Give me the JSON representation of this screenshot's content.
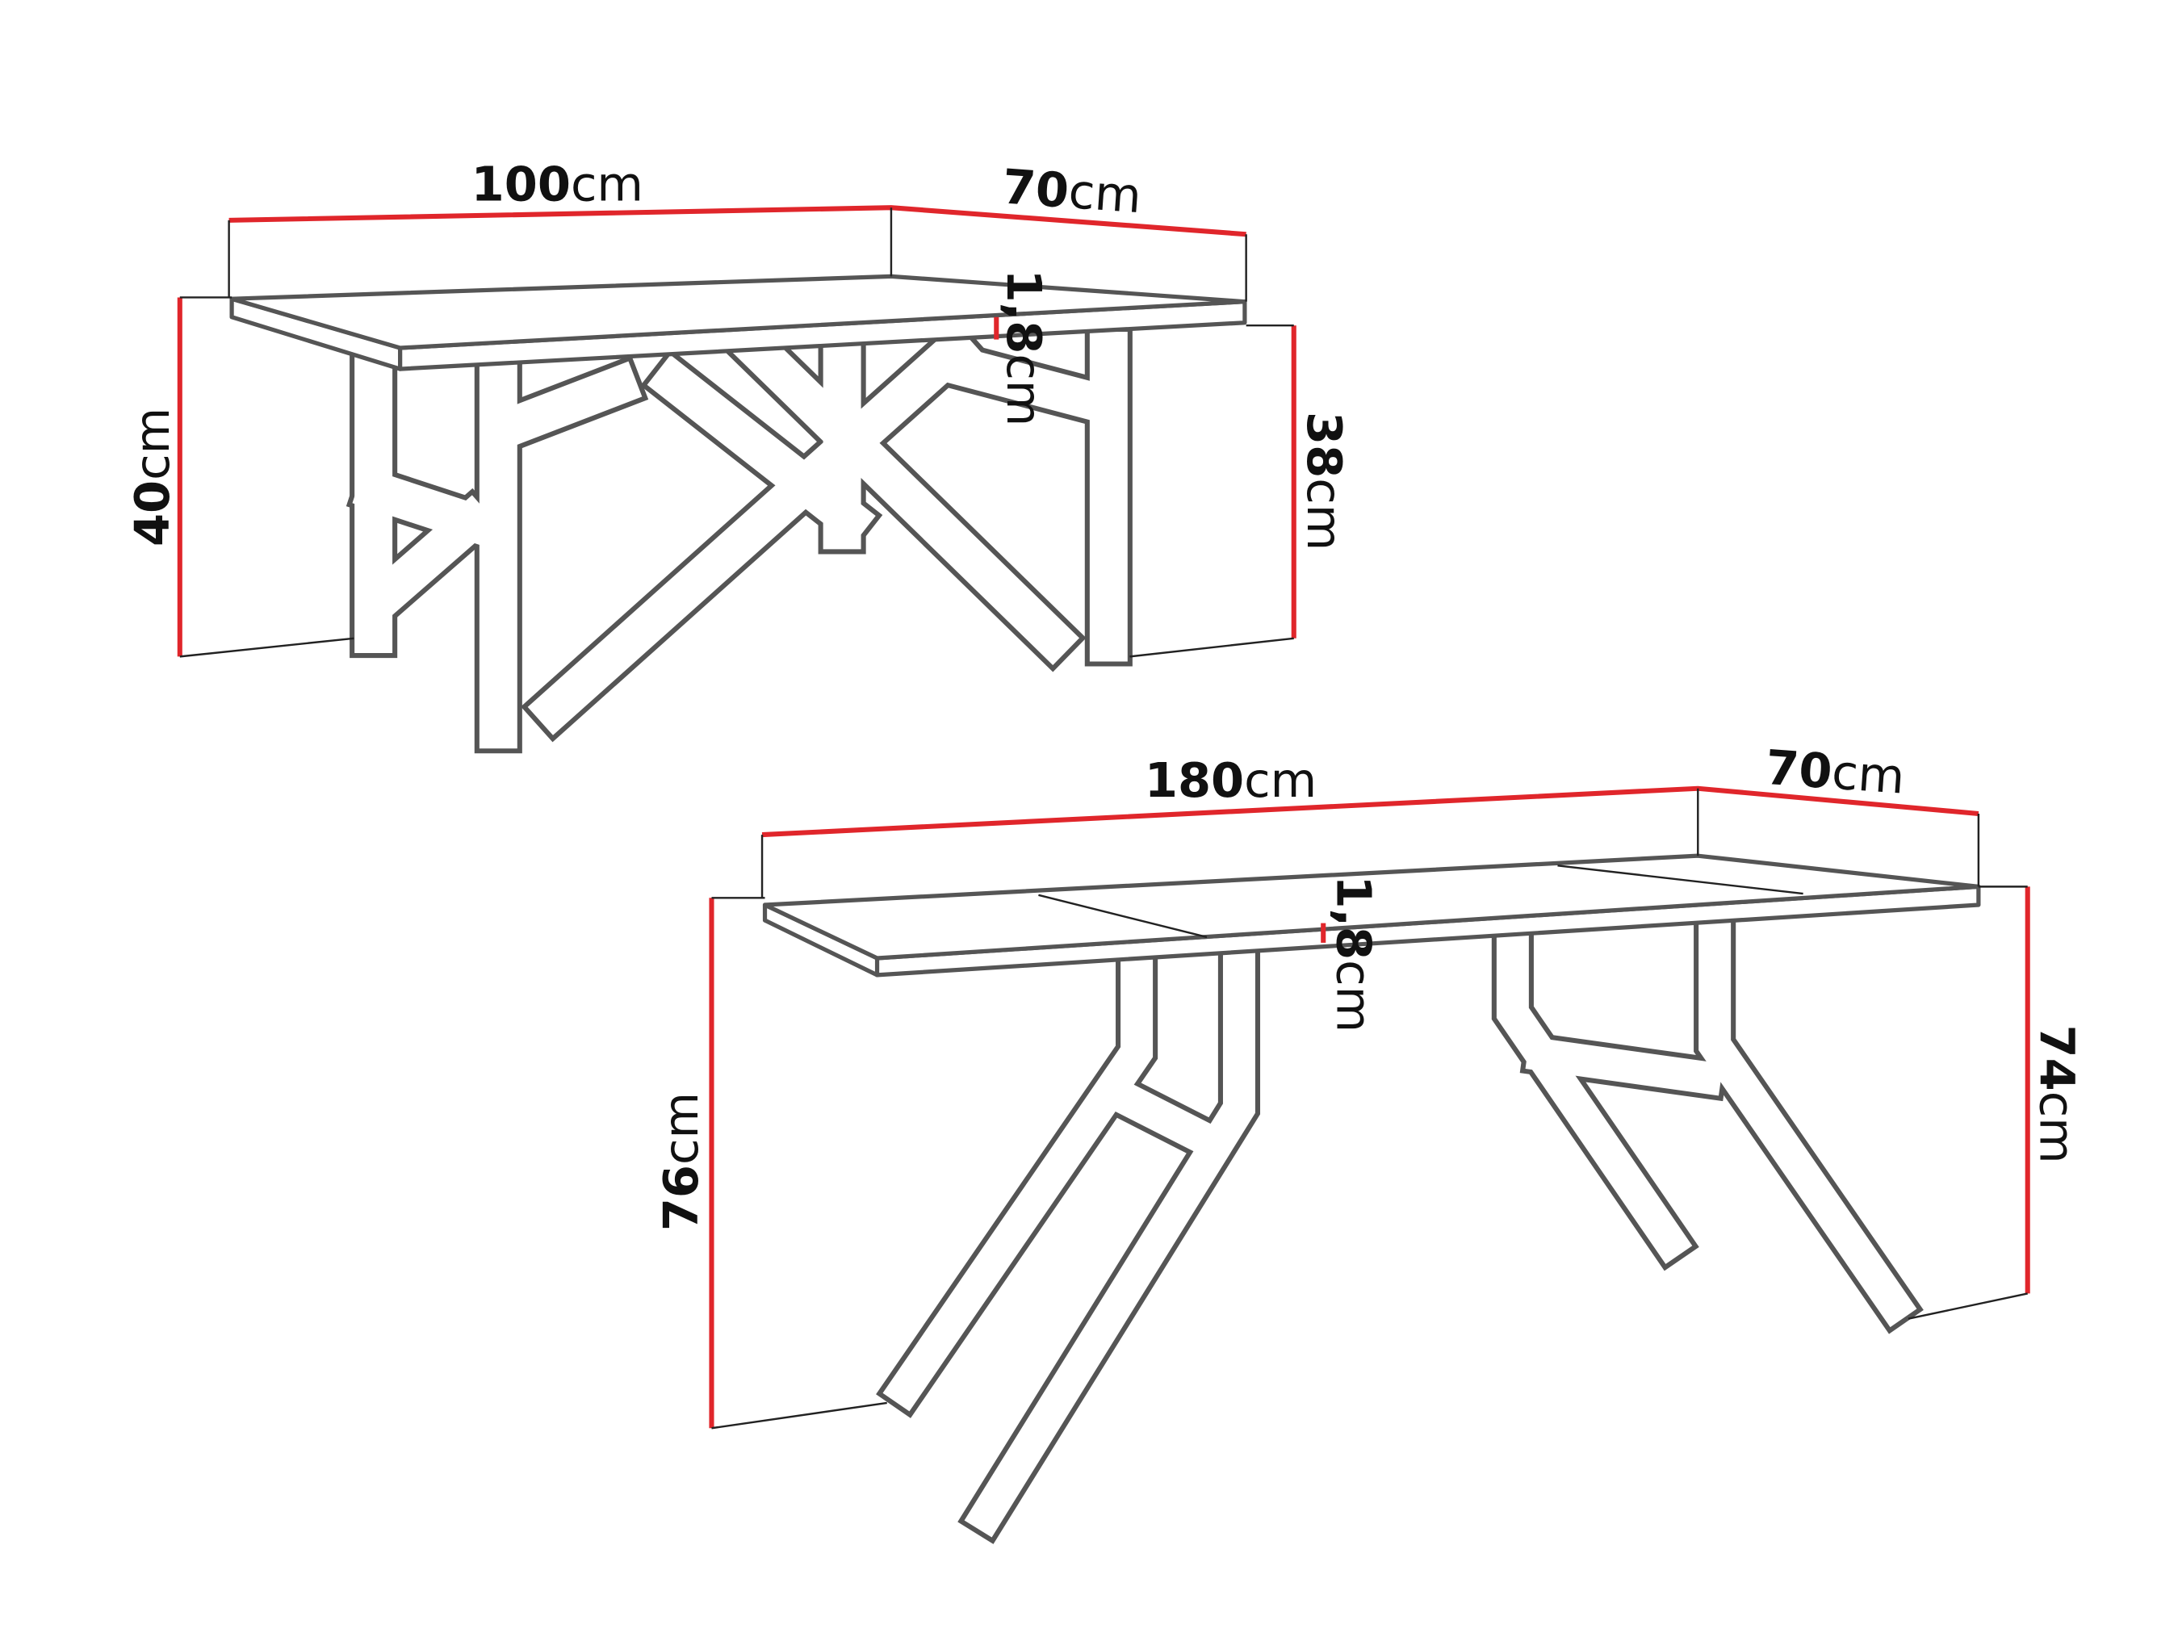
{
  "colors": {
    "dimension_line": "#e0262b",
    "outline": "#555555"
  },
  "coffee_table": {
    "length": {
      "value": "100",
      "unit": "cm"
    },
    "depth": {
      "value": "70",
      "unit": "cm"
    },
    "height_total": {
      "value": "40",
      "unit": "cm"
    },
    "height_legs": {
      "value": "38",
      "unit": "cm"
    },
    "top_thickness": {
      "value": "1,8",
      "unit": "cm"
    }
  },
  "dining_table": {
    "length": {
      "value": "180",
      "unit": "cm"
    },
    "depth": {
      "value": "70",
      "unit": "cm"
    },
    "height_total": {
      "value": "76",
      "unit": "cm"
    },
    "height_legs": {
      "value": "74",
      "unit": "cm"
    },
    "top_thickness": {
      "value": "1,8",
      "unit": "cm"
    }
  }
}
